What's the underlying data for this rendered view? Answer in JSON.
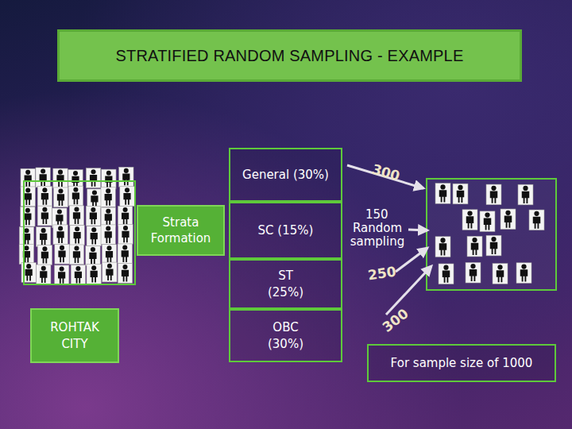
{
  "diagram": {
    "title": "STRATIFIED RANDOM SAMPLING - EXAMPLE",
    "nodes": [
      {
        "text": [
          "ROHTAK CITY"
        ]
      },
      {
        "text": [
          "Strata Formation"
        ]
      },
      {
        "text": [
          "General (30%)"
        ]
      },
      {
        "text": [
          "SC (15%)"
        ]
      },
      {
        "text": [
          "ST (25%)"
        ]
      },
      {
        "text": [
          "OBC (30%)"
        ]
      },
      {
        "text": [
          "For sample size of 1000"
        ]
      }
    ],
    "labels": [
      "300",
      "150",
      "Random sampling",
      "250",
      "300"
    ]
  }
}
